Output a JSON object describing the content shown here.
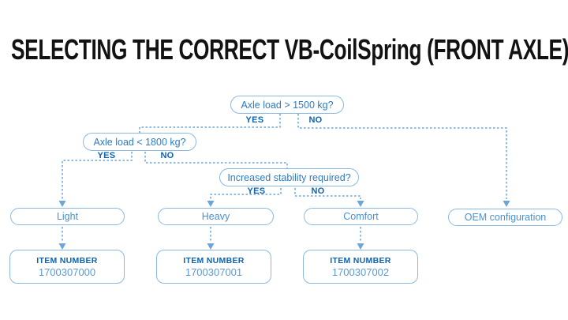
{
  "title": "SELECTING THE CORRECT VB-CoilSpring (FRONT AXLE)",
  "decisions": [
    {
      "question": "Axle load > 1500 kg?",
      "yes_label": "YES",
      "no_label": "NO"
    },
    {
      "question": "Axle load < 1800 kg?",
      "yes_label": "YES",
      "no_label": "NO"
    },
    {
      "question": "Increased stability required?",
      "yes_label": "YES",
      "no_label": "NO"
    }
  ],
  "results": [
    {
      "label": "Light"
    },
    {
      "label": "Heavy"
    },
    {
      "label": "Comfort"
    },
    {
      "label": "OEM configuration"
    }
  ],
  "item_boxes": [
    {
      "heading": "ITEM NUMBER",
      "number": "1700307000"
    },
    {
      "heading": "ITEM NUMBER",
      "number": "1700307001"
    },
    {
      "heading": "ITEM NUMBER",
      "number": "1700307002"
    }
  ],
  "colors": {
    "title_text": "#121212",
    "question_text": "#2E7CC0",
    "result_text": "#4A90D0",
    "bold_label_text": "#0E63AE",
    "item_number_text": "#5B9BD5",
    "pill_border": "#8CB9E2",
    "connector_line": "#6BA5DA",
    "background": "#FFFFFF"
  }
}
